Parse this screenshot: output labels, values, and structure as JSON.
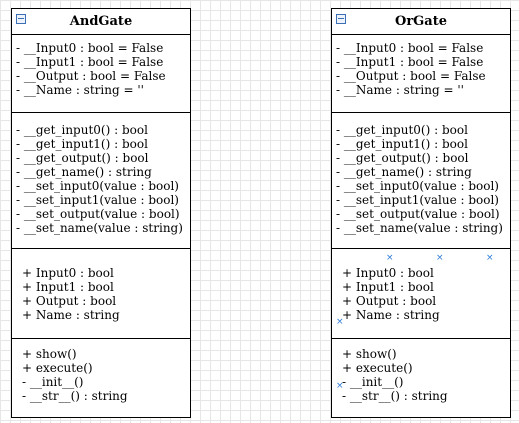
{
  "classes": [
    {
      "name": "AndGate",
      "fields": [
        "- __Input0 : bool = False",
        "- __Input1 : bool = False",
        "- __Output : bool = False",
        "- __Name : string = ''"
      ],
      "private_methods": [
        "- __get_input0() : bool",
        "- __get_input1() : bool",
        "- __get_output() : bool",
        "- __get_name() : string",
        "- __set_input0(value : bool)",
        "- __set_input1(value : bool)",
        "- __set_output(value : bool)",
        "- __set_name(value : string)"
      ],
      "properties": [
        "+ Input0 : bool",
        "+ Input1 : bool",
        "+ Output : bool",
        "+ Name : string"
      ],
      "methods": [
        "+ show()",
        "+ execute()",
        "- __init__()",
        "- __str__() : string"
      ]
    },
    {
      "name": "OrGate",
      "fields": [
        "- __Input0 : bool = False",
        "- __Input1 : bool = False",
        "- __Output : bool = False",
        "- __Name : string = ''"
      ],
      "private_methods": [
        "- __get_input0() : bool",
        "- __get_input1() : bool",
        "- __get_output() : bool",
        "- __get_name() : string",
        "- __set_input0(value : bool)",
        "- __set_input1(value : bool)",
        "- __set_output(value : bool)",
        "- __set_name(value : string)"
      ],
      "properties": [
        "+ Input0 : bool",
        "+ Input1 : bool",
        "+ Output : bool",
        "+ Name : string"
      ],
      "methods": [
        "+ show()",
        "+ execute()",
        "- __init__()",
        "- __str__() : string"
      ]
    }
  ],
  "selection_marker": "×"
}
